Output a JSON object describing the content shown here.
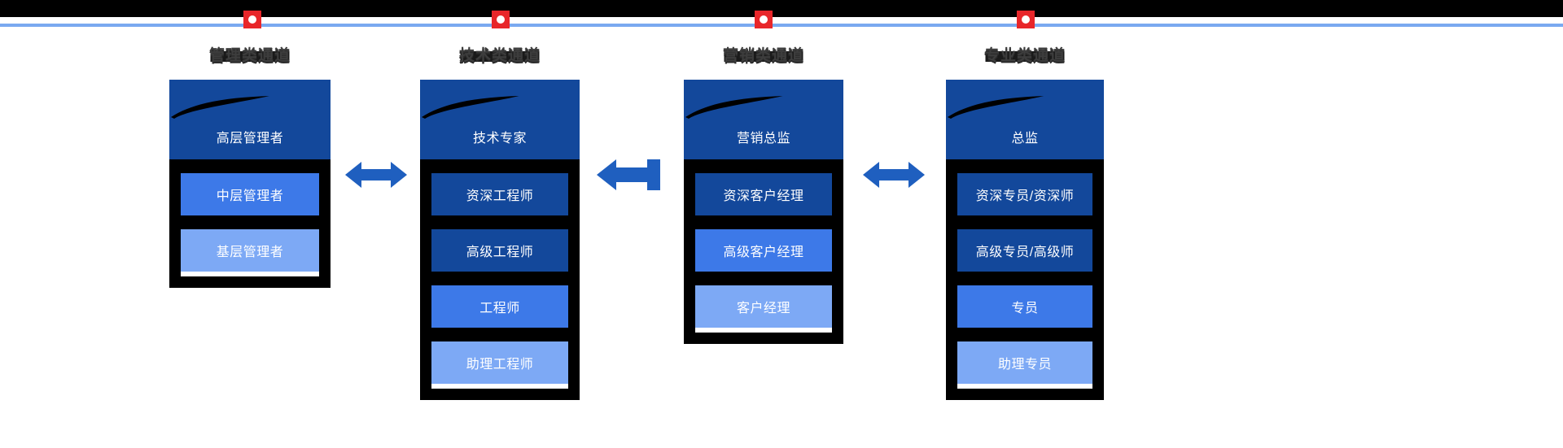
{
  "topbar": {
    "pins_label": "pin-marker",
    "line_color": "#7aa9f0",
    "pin_color": "#e8262a",
    "bar_color": "#000000"
  },
  "palette": {
    "level1": "#13489b",
    "level2": "#3d79e8",
    "level3": "#7da9f5",
    "frame": "#000000",
    "arrow": "#1f5fbf",
    "title": "#3d3d3d"
  },
  "columns": [
    {
      "title": "管理类通道",
      "name": "management-track",
      "levels": [
        {
          "label": "高层管理者",
          "shade": "level1"
        },
        {
          "label": "中层管理者",
          "shade": "level2"
        },
        {
          "label": "基层管理者",
          "shade": "level3"
        }
      ]
    },
    {
      "title": "技术类通道",
      "name": "technical-track",
      "levels": [
        {
          "label": "技术专家",
          "shade": "level1"
        },
        {
          "label": "资深工程师",
          "shade": "level1"
        },
        {
          "label": "高级工程师",
          "shade": "level1"
        },
        {
          "label": "工程师",
          "shade": "level2"
        },
        {
          "label": "助理工程师",
          "shade": "level3"
        }
      ]
    },
    {
      "title": "营销类通道",
      "name": "marketing-track",
      "levels": [
        {
          "label": "营销总监",
          "shade": "level1"
        },
        {
          "label": "资深客户经理",
          "shade": "level1"
        },
        {
          "label": "高级客户经理",
          "shade": "level2"
        },
        {
          "label": "客户经理",
          "shade": "level3"
        }
      ]
    },
    {
      "title": "专业类通道",
      "name": "professional-track",
      "levels": [
        {
          "label": "总监",
          "shade": "level1"
        },
        {
          "label": "资深专员/资深师",
          "shade": "level1"
        },
        {
          "label": "高级专员/高级师",
          "shade": "level1"
        },
        {
          "label": "专员",
          "shade": "level2"
        },
        {
          "label": "助理专员",
          "shade": "level3"
        }
      ]
    }
  ],
  "arrows": [
    {
      "name": "arrow-management-technical",
      "type": "double"
    },
    {
      "name": "arrow-marketing-to-technical",
      "type": "left-tailed"
    },
    {
      "name": "arrow-marketing-professional",
      "type": "double"
    }
  ]
}
